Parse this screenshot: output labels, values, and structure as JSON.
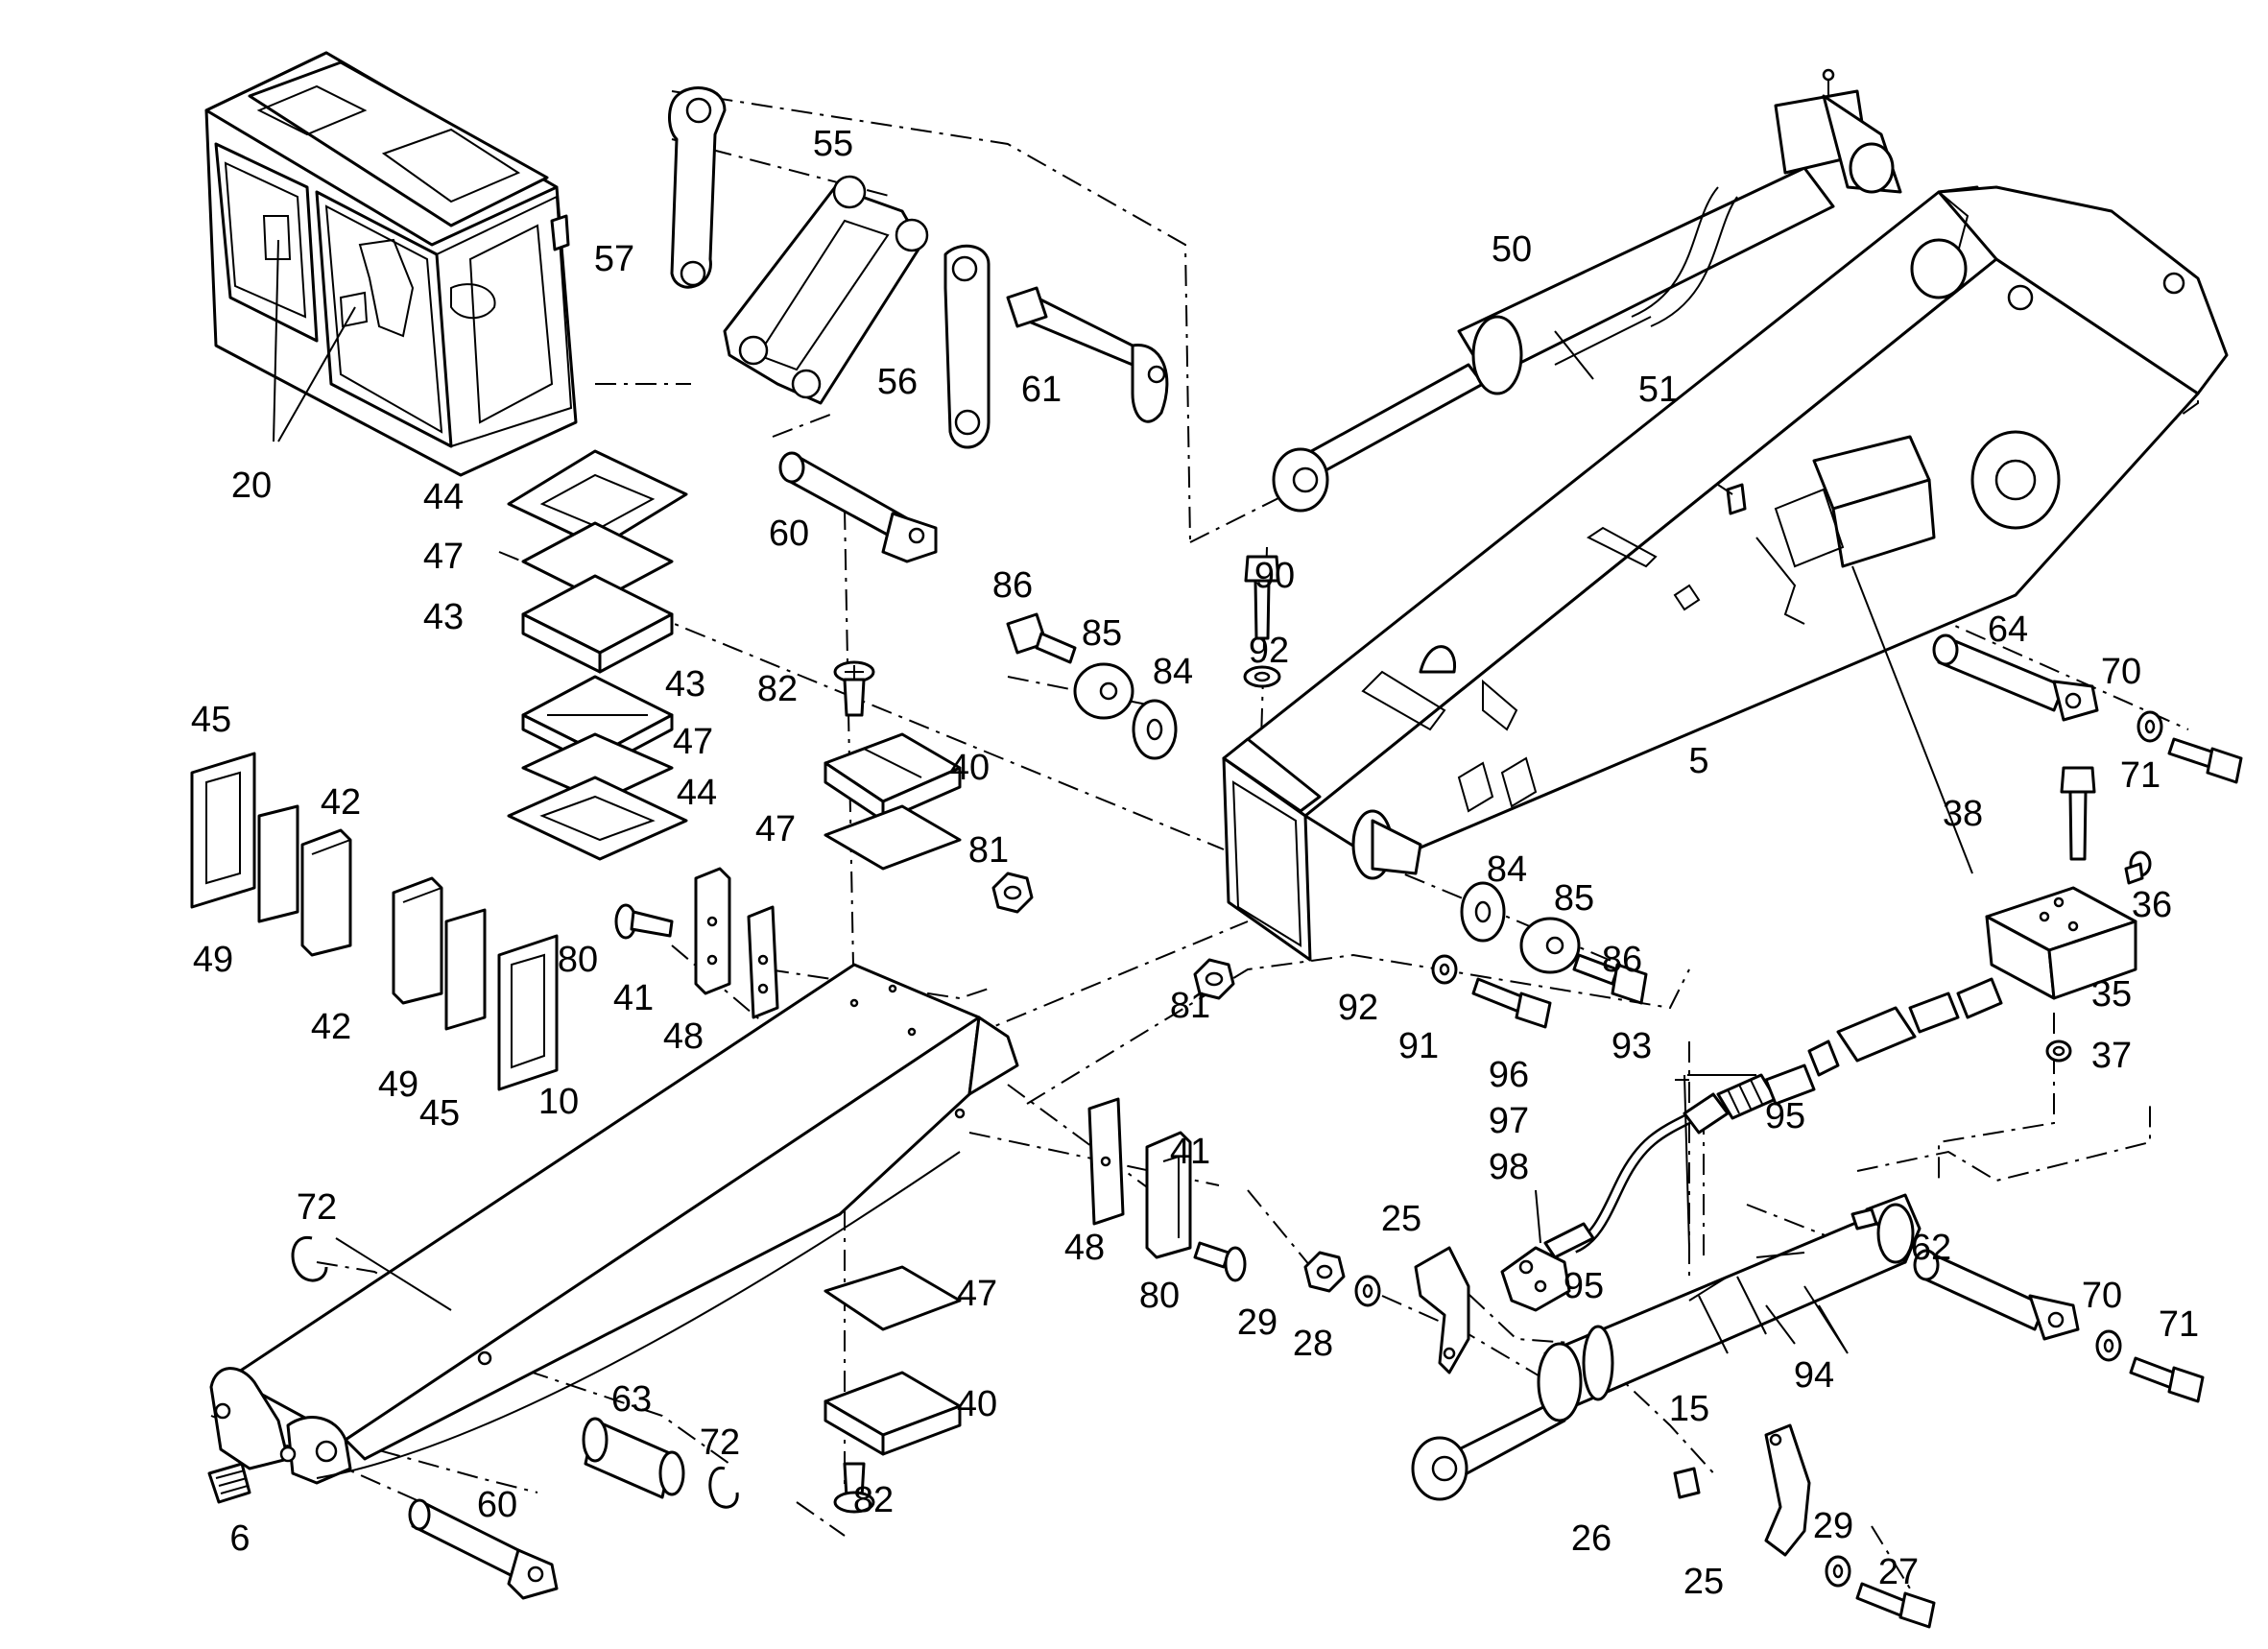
{
  "diagram": {
    "callouts": [
      "20",
      "57",
      "55",
      "56",
      "61",
      "60",
      "44",
      "47",
      "43",
      "43",
      "47",
      "44",
      "45",
      "42",
      "49",
      "42",
      "49",
      "45",
      "10",
      "82",
      "40",
      "47",
      "81",
      "80",
      "41",
      "48",
      "81",
      "50",
      "51",
      "86",
      "85",
      "84",
      "90",
      "92",
      "5",
      "64",
      "70",
      "71",
      "38",
      "36",
      "35",
      "37",
      "84",
      "85",
      "86",
      "92",
      "91",
      "93",
      "96",
      "97",
      "98",
      "95",
      "95",
      "48",
      "41",
      "80",
      "29",
      "28",
      "25",
      "62",
      "70",
      "71",
      "94",
      "15",
      "26",
      "25",
      "29",
      "27",
      "72",
      "72",
      "63",
      "60",
      "6",
      "47",
      "40",
      "82"
    ]
  }
}
